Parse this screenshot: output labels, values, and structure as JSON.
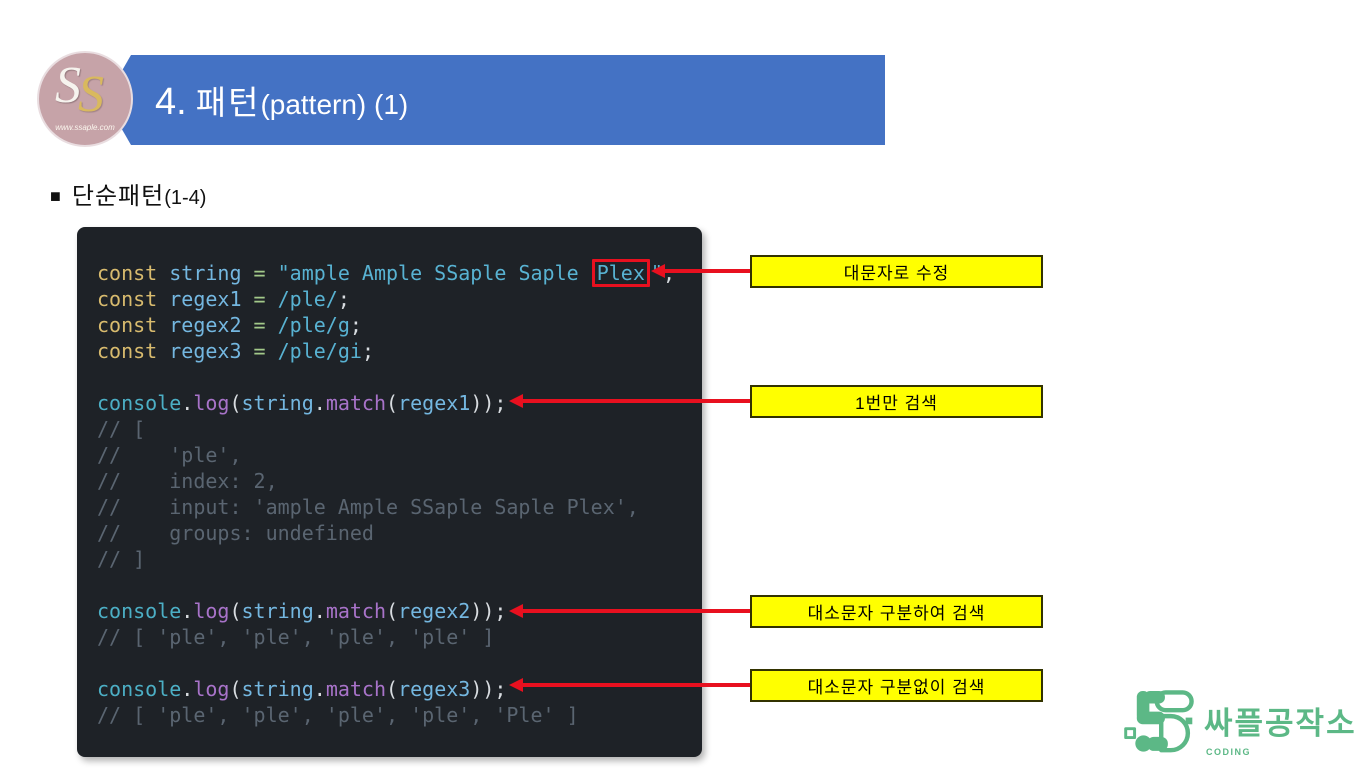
{
  "header": {
    "number": "4.",
    "title_ko": "패턴",
    "title_en": "(pattern) (1)",
    "logo": {
      "s1": "S",
      "s2": "S",
      "url": "www.ssaple.com"
    }
  },
  "section": {
    "bullet": "■",
    "title": "단순패턴",
    "suffix": "(1-4)"
  },
  "code": {
    "lines": [
      [
        {
          "c": "k",
          "t": "const"
        },
        {
          "c": "p",
          "t": " "
        },
        {
          "c": "v",
          "t": "string"
        },
        {
          "c": "o",
          "t": " = "
        },
        {
          "c": "s",
          "t": "\"ample Ample SSaple Saple "
        },
        {
          "c": "s",
          "t": "Plex",
          "box": true
        },
        {
          "c": "s",
          "t": "\""
        },
        {
          "c": "p",
          "t": ";"
        }
      ],
      [
        {
          "c": "k",
          "t": "const"
        },
        {
          "c": "p",
          "t": " "
        },
        {
          "c": "v",
          "t": "regex1"
        },
        {
          "c": "o",
          "t": " = "
        },
        {
          "c": "s",
          "t": "/ple/"
        },
        {
          "c": "p",
          "t": ";"
        }
      ],
      [
        {
          "c": "k",
          "t": "const"
        },
        {
          "c": "p",
          "t": " "
        },
        {
          "c": "v",
          "t": "regex2"
        },
        {
          "c": "o",
          "t": " = "
        },
        {
          "c": "s",
          "t": "/ple/g"
        },
        {
          "c": "p",
          "t": ";"
        }
      ],
      [
        {
          "c": "k",
          "t": "const"
        },
        {
          "c": "p",
          "t": " "
        },
        {
          "c": "v",
          "t": "regex3"
        },
        {
          "c": "o",
          "t": " = "
        },
        {
          "c": "s",
          "t": "/ple/gi"
        },
        {
          "c": "p",
          "t": ";"
        }
      ],
      [],
      [
        {
          "c": "t",
          "t": "console"
        },
        {
          "c": "p",
          "t": "."
        },
        {
          "c": "f",
          "t": "log"
        },
        {
          "c": "p",
          "t": "("
        },
        {
          "c": "v",
          "t": "string"
        },
        {
          "c": "p",
          "t": "."
        },
        {
          "c": "f",
          "t": "match"
        },
        {
          "c": "p",
          "t": "("
        },
        {
          "c": "v",
          "t": "regex1"
        },
        {
          "c": "p",
          "t": "));"
        }
      ],
      [
        {
          "c": "c",
          "t": "// ["
        }
      ],
      [
        {
          "c": "c",
          "t": "//    'ple',"
        }
      ],
      [
        {
          "c": "c",
          "t": "//    index: 2,"
        }
      ],
      [
        {
          "c": "c",
          "t": "//    input: 'ample Ample SSaple Saple Plex',"
        }
      ],
      [
        {
          "c": "c",
          "t": "//    groups: undefined"
        }
      ],
      [
        {
          "c": "c",
          "t": "// ]"
        }
      ],
      [],
      [
        {
          "c": "t",
          "t": "console"
        },
        {
          "c": "p",
          "t": "."
        },
        {
          "c": "f",
          "t": "log"
        },
        {
          "c": "p",
          "t": "("
        },
        {
          "c": "v",
          "t": "string"
        },
        {
          "c": "p",
          "t": "."
        },
        {
          "c": "f",
          "t": "match"
        },
        {
          "c": "p",
          "t": "("
        },
        {
          "c": "v",
          "t": "regex2"
        },
        {
          "c": "p",
          "t": "));"
        }
      ],
      [
        {
          "c": "c",
          "t": "// [ 'ple', 'ple', 'ple', 'ple' ]"
        }
      ],
      [],
      [
        {
          "c": "t",
          "t": "console"
        },
        {
          "c": "p",
          "t": "."
        },
        {
          "c": "f",
          "t": "log"
        },
        {
          "c": "p",
          "t": "("
        },
        {
          "c": "v",
          "t": "string"
        },
        {
          "c": "p",
          "t": "."
        },
        {
          "c": "f",
          "t": "match"
        },
        {
          "c": "p",
          "t": "("
        },
        {
          "c": "v",
          "t": "regex3"
        },
        {
          "c": "p",
          "t": "));"
        }
      ],
      [
        {
          "c": "c",
          "t": "// [ 'ple', 'ple', 'ple', 'ple', 'Ple' ]"
        }
      ]
    ]
  },
  "annotations": [
    {
      "label": "대문자로 수정"
    },
    {
      "label": "1번만 검색"
    },
    {
      "label": "대소문자 구분하여 검색"
    },
    {
      "label": "대소문자 구분없이 검색"
    }
  ],
  "brand": {
    "text": "싸플공작소",
    "sub": "CODING"
  },
  "colors": {
    "banner": "#4472c4",
    "code_bg": "#1e2227",
    "kw": "#d8bb6e",
    "ident": "#74b7e0",
    "builtin": "#4cafc5",
    "func": "#a873c9",
    "op": "#a3c98a",
    "str": "#58b2d2",
    "punct": "#d8dce0",
    "comment": "#5a6571",
    "arrow_red": "#e8101f",
    "note_bg": "#ffff00",
    "note_border": "#333300",
    "logo_green": "#5cb886",
    "logo_circle": "#c6a3a8",
    "gold": "#d9b95e"
  }
}
